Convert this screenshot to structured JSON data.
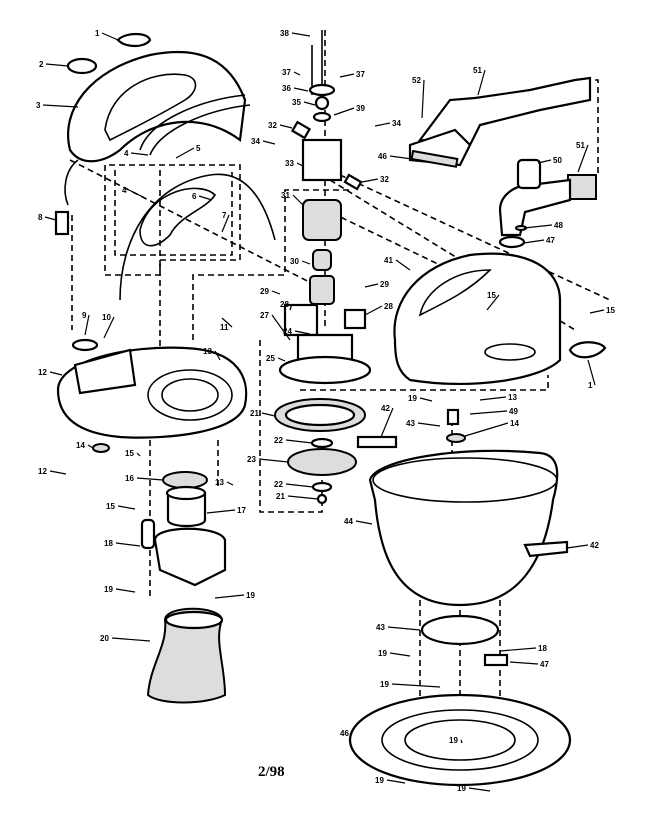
{
  "diagram": {
    "title": "Exploded parts diagram",
    "page_label": "2/98",
    "callouts": [
      "1",
      "2",
      "3",
      "4",
      "5",
      "4",
      "6",
      "7",
      "8",
      "9",
      "10",
      "11",
      "12",
      "13",
      "14",
      "12",
      "15",
      "16",
      "13",
      "15",
      "17",
      "18",
      "19",
      "19",
      "20",
      "38",
      "37",
      "37",
      "36",
      "35",
      "39",
      "32",
      "34",
      "34",
      "33",
      "32",
      "31",
      "30",
      "29",
      "29",
      "28",
      "28",
      "27",
      "24",
      "25",
      "21",
      "22",
      "23",
      "22",
      "21",
      "52",
      "51",
      "46",
      "50",
      "51",
      "48",
      "47",
      "41",
      "15",
      "15",
      "1",
      "19",
      "13",
      "42",
      "49",
      "43",
      "14",
      "44",
      "42",
      "43",
      "19",
      "18",
      "47",
      "19",
      "46",
      "19",
      "19",
      "19"
    ]
  }
}
